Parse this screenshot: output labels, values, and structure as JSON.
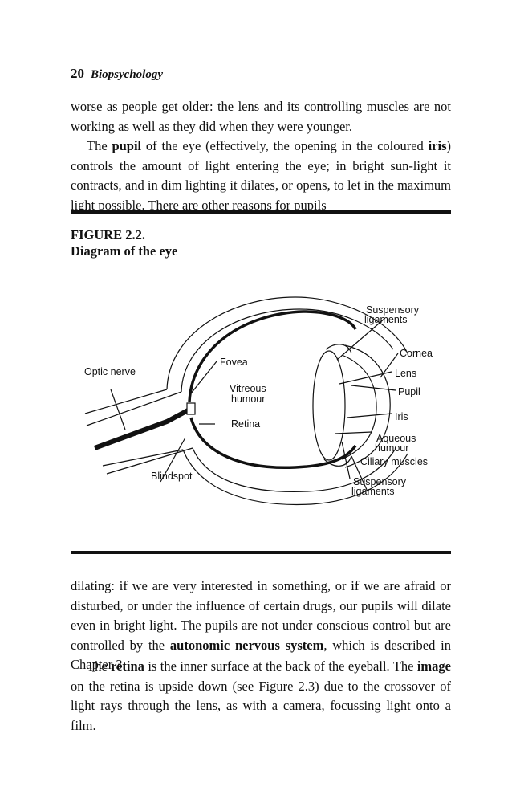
{
  "header": {
    "page_number": "20",
    "running_title": "Biopsychology"
  },
  "para1": {
    "text": "worse as people get older: the lens and its controlling muscles are not working as well as they did when they were younger."
  },
  "para2": {
    "t1": "The ",
    "b1": "pupil",
    "t2": " of the eye (effectively, the opening in the coloured ",
    "b2": "iris",
    "t3": ") controls the amount of light entering the eye; in bright sun-light it contracts, and in dim lighting it dilates, or opens, to let in the maximum light possible. There are other reasons for pupils"
  },
  "figure": {
    "number": "FIGURE 2.2.",
    "caption": "Diagram of the eye",
    "labels": {
      "optic_nerve": "Optic nerve",
      "fovea": "Fovea",
      "vitreous_1": "Vitreous",
      "vitreous_2": "humour",
      "retina": "Retina",
      "blindspot": "Blindspot",
      "susp_top_1": "Suspensory",
      "susp_top_2": "ligaments",
      "cornea": "Cornea",
      "lens": "Lens",
      "pupil": "Pupil",
      "iris": "Iris",
      "aqueous_1": "Aqueous",
      "aqueous_2": "humour",
      "ciliary": "Ciliary muscles",
      "susp_bot_1": "Suspensory",
      "susp_bot_2": "ligaments"
    }
  },
  "para3": {
    "t1": "dilating: if we are very interested in something, or if we are afraid or disturbed, or under the influence of certain drugs, our pupils will dilate even in bright light. The pupils are not under conscious control but are controlled by the ",
    "b1": "autonomic nervous system",
    "t2": ", which is described in Chapter 3."
  },
  "para4": {
    "t1": "The ",
    "b1": "retina",
    "t2": " is the inner surface at the back of the eyeball. The ",
    "b2": "image",
    "t3": " on the retina is upside down (see Figure 2.3) due to the crossover of light rays through the lens, as with a camera, focussing light onto a film."
  }
}
